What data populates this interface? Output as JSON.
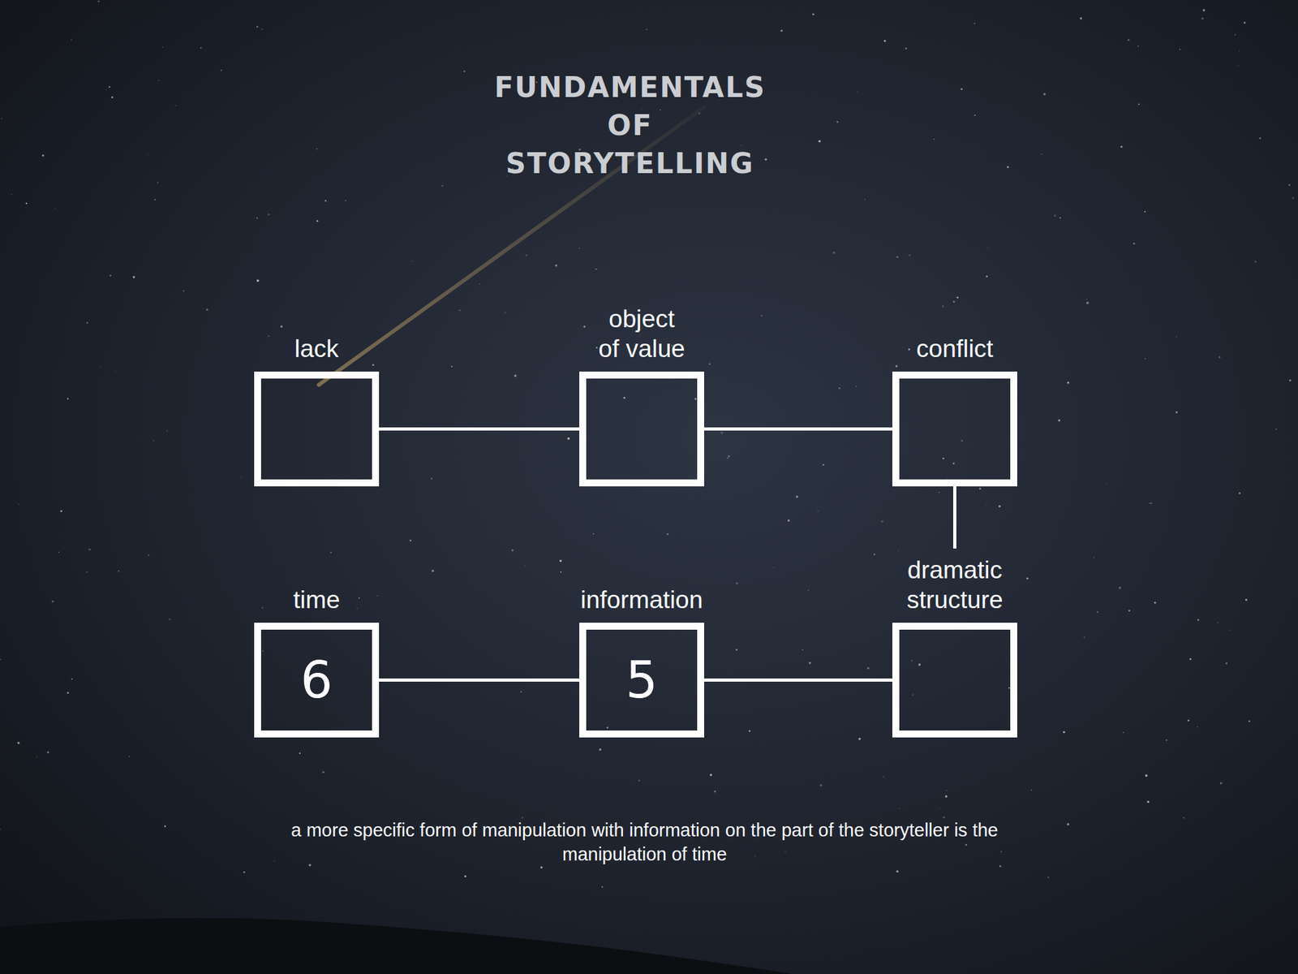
{
  "diagram": {
    "title": "FUNDAMENTALS OF STORYTELLING",
    "caption": "a more specific form of manipulation with information on the part of the storyteller is the manipulation of time",
    "nodes": [
      {
        "text": [
          "lack"
        ]
      },
      {
        "text": [
          "object of value"
        ]
      },
      {
        "text": [
          "conflict"
        ]
      },
      {
        "text": [
          "time",
          "6"
        ]
      },
      {
        "text": [
          "information",
          "5"
        ]
      },
      {
        "text": [
          "dramatic structure"
        ]
      }
    ],
    "edges": [
      {
        "from": 0,
        "to": 1,
        "arrow": "none"
      },
      {
        "from": 1,
        "to": 2,
        "arrow": "none"
      },
      {
        "from": 2,
        "to": 5,
        "arrow": "none"
      },
      {
        "from": 5,
        "to": 4,
        "arrow": "none"
      },
      {
        "from": 4,
        "to": 3,
        "arrow": "none"
      }
    ]
  }
}
